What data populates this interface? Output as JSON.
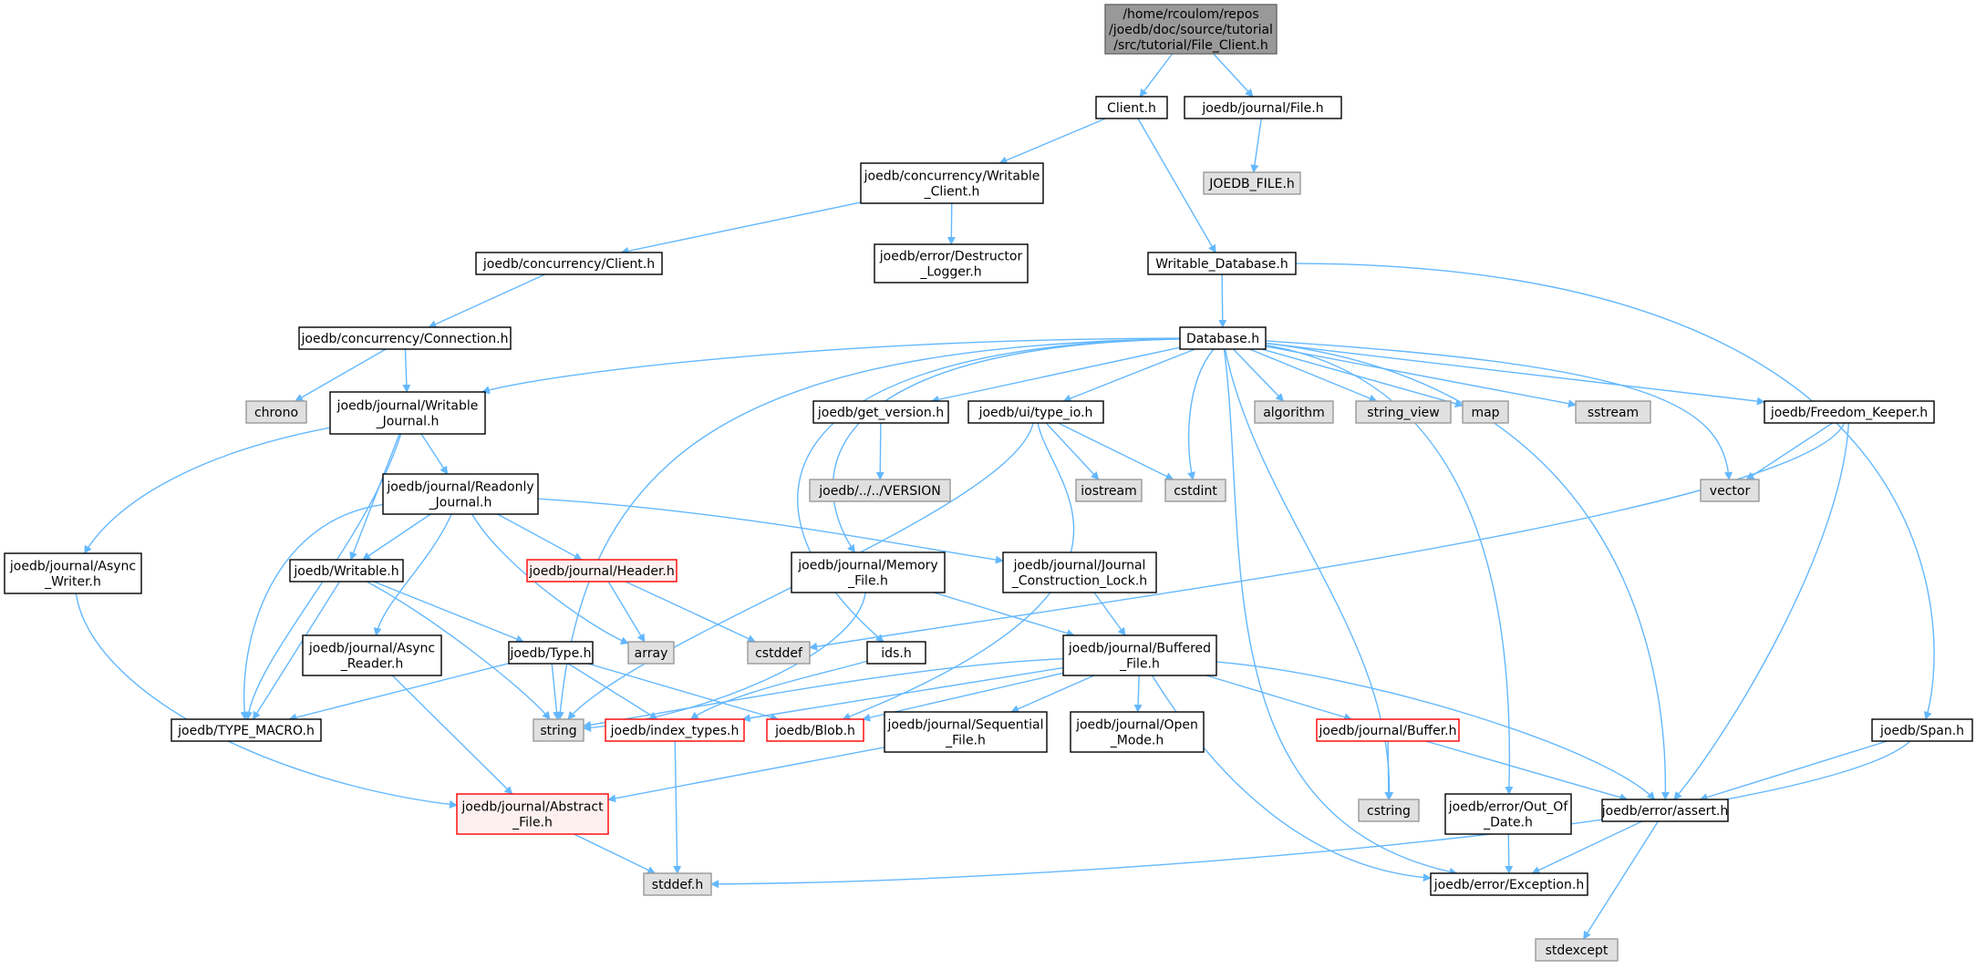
{
  "colors": {
    "edge": "#63b8ff",
    "root_fill": "#999999",
    "root_border": "#666666",
    "normal_fill": "#ffffff",
    "normal_border": "#000000",
    "sys_fill": "#e0e0e0",
    "sys_border": "#999999",
    "trunc_fill": "#fff0f0",
    "trunc_border": "#ff0000"
  },
  "nodes": [
    {
      "id": "root",
      "kind": "root",
      "lines": [
        "/home/rcoulom/repos",
        "/joedb/doc/source/tutorial",
        "/src/tutorial/File_Client.h"
      ]
    },
    {
      "id": "client_h",
      "kind": "normal",
      "lines": [
        "Client.h"
      ]
    },
    {
      "id": "journal_file",
      "kind": "normal",
      "lines": [
        "joedb/journal/File.h"
      ]
    },
    {
      "id": "joedb_file_h",
      "kind": "sys",
      "lines": [
        "JOEDB_FILE.h"
      ]
    },
    {
      "id": "writable_client",
      "kind": "normal",
      "lines": [
        "joedb/concurrency/Writable",
        "_Client.h"
      ]
    },
    {
      "id": "concurrency_client",
      "kind": "normal",
      "lines": [
        "joedb/concurrency/Client.h"
      ]
    },
    {
      "id": "destructor_logger",
      "kind": "normal",
      "lines": [
        "joedb/error/Destructor",
        "_Logger.h"
      ]
    },
    {
      "id": "writable_database",
      "kind": "normal",
      "lines": [
        "Writable_Database.h"
      ]
    },
    {
      "id": "connection",
      "kind": "normal",
      "lines": [
        "joedb/concurrency/Connection.h"
      ]
    },
    {
      "id": "database",
      "kind": "normal",
      "lines": [
        "Database.h"
      ]
    },
    {
      "id": "chrono",
      "kind": "sys",
      "lines": [
        "chrono"
      ]
    },
    {
      "id": "writable_journal",
      "kind": "normal",
      "lines": [
        "joedb/journal/Writable",
        "_Journal.h"
      ]
    },
    {
      "id": "get_version",
      "kind": "normal",
      "lines": [
        "joedb/get_version.h"
      ]
    },
    {
      "id": "type_io",
      "kind": "normal",
      "lines": [
        "joedb/ui/type_io.h"
      ]
    },
    {
      "id": "algorithm",
      "kind": "sys",
      "lines": [
        "algorithm"
      ]
    },
    {
      "id": "string_view",
      "kind": "sys",
      "lines": [
        "string_view"
      ]
    },
    {
      "id": "map",
      "kind": "sys",
      "lines": [
        "map"
      ]
    },
    {
      "id": "sstream",
      "kind": "sys",
      "lines": [
        "sstream"
      ]
    },
    {
      "id": "freedom_keeper",
      "kind": "normal",
      "lines": [
        "joedb/Freedom_Keeper.h"
      ]
    },
    {
      "id": "version",
      "kind": "sys",
      "lines": [
        "joedb/../../VERSION"
      ]
    },
    {
      "id": "iostream",
      "kind": "sys",
      "lines": [
        "iostream"
      ]
    },
    {
      "id": "cstdint",
      "kind": "sys",
      "lines": [
        "cstdint"
      ]
    },
    {
      "id": "vector",
      "kind": "sys",
      "lines": [
        "vector"
      ]
    },
    {
      "id": "readonly_journal",
      "kind": "normal",
      "lines": [
        "joedb/journal/Readonly",
        "_Journal.h"
      ]
    },
    {
      "id": "async_writer",
      "kind": "normal",
      "lines": [
        "joedb/journal/Async",
        "_Writer.h"
      ]
    },
    {
      "id": "writable_h",
      "kind": "normal",
      "lines": [
        "joedb/Writable.h"
      ]
    },
    {
      "id": "header_h",
      "kind": "trunc",
      "lines": [
        "joedb/journal/Header.h"
      ]
    },
    {
      "id": "memory_file",
      "kind": "normal",
      "lines": [
        "joedb/journal/Memory",
        "_File.h"
      ]
    },
    {
      "id": "construction_lock",
      "kind": "normal",
      "lines": [
        "joedb/journal/Journal",
        "_Construction_Lock.h"
      ]
    },
    {
      "id": "async_reader",
      "kind": "normal",
      "lines": [
        "joedb/journal/Async",
        "_Reader.h"
      ]
    },
    {
      "id": "type_h",
      "kind": "normal",
      "lines": [
        "joedb/Type.h"
      ]
    },
    {
      "id": "array",
      "kind": "sys",
      "lines": [
        "array"
      ]
    },
    {
      "id": "cstddef",
      "kind": "sys",
      "lines": [
        "cstddef"
      ]
    },
    {
      "id": "ids_h",
      "kind": "normal",
      "lines": [
        "ids.h"
      ]
    },
    {
      "id": "buffered_file",
      "kind": "normal",
      "lines": [
        "joedb/journal/Buffered",
        "_File.h"
      ]
    },
    {
      "id": "type_macro",
      "kind": "normal",
      "lines": [
        "joedb/TYPE_MACRO.h"
      ]
    },
    {
      "id": "string",
      "kind": "sys",
      "lines": [
        "string"
      ]
    },
    {
      "id": "index_types",
      "kind": "trunc_white",
      "lines": [
        "joedb/index_types.h"
      ]
    },
    {
      "id": "blob_h",
      "kind": "trunc_white",
      "lines": [
        "joedb/Blob.h"
      ]
    },
    {
      "id": "sequential_file",
      "kind": "normal",
      "lines": [
        "joedb/journal/Sequential",
        "_File.h"
      ]
    },
    {
      "id": "open_mode",
      "kind": "normal",
      "lines": [
        "joedb/journal/Open",
        "_Mode.h"
      ]
    },
    {
      "id": "buffer_h",
      "kind": "trunc_white",
      "lines": [
        "joedb/journal/Buffer.h"
      ]
    },
    {
      "id": "span_h",
      "kind": "normal",
      "lines": [
        "joedb/Span.h"
      ]
    },
    {
      "id": "abstract_file",
      "kind": "trunc",
      "lines": [
        "joedb/journal/Abstract",
        "_File.h"
      ]
    },
    {
      "id": "cstring",
      "kind": "sys",
      "lines": [
        "cstring"
      ]
    },
    {
      "id": "out_of_date",
      "kind": "normal",
      "lines": [
        "joedb/error/Out_Of",
        "_Date.h"
      ]
    },
    {
      "id": "assert_h",
      "kind": "normal",
      "lines": [
        "joedb/error/assert.h"
      ]
    },
    {
      "id": "stddef",
      "kind": "sys",
      "lines": [
        "stddef.h"
      ]
    },
    {
      "id": "exception_h",
      "kind": "normal",
      "lines": [
        "joedb/error/Exception.h"
      ]
    },
    {
      "id": "stdexcept",
      "kind": "sys",
      "lines": [
        "stdexcept"
      ]
    }
  ]
}
